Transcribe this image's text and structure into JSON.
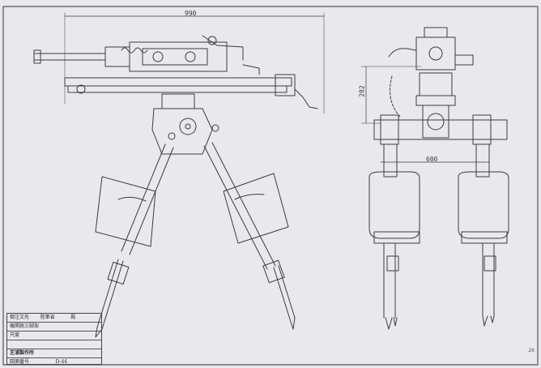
{
  "dimensions": {
    "overall_length": "990",
    "height": "282",
    "leg_spread": "600"
  },
  "title_block": {
    "row1_left": "御注文先",
    "row1_mid": "陸軍省",
    "row1_right": "殿",
    "row2": "機関銃三脚架",
    "row3_left": "尺度",
    "row3_right": "",
    "row4_left": "",
    "row4_right": "",
    "row5": "芝浦製作所",
    "row6_left": "図面番号",
    "row6_right": "D-44"
  },
  "page_number": "26"
}
